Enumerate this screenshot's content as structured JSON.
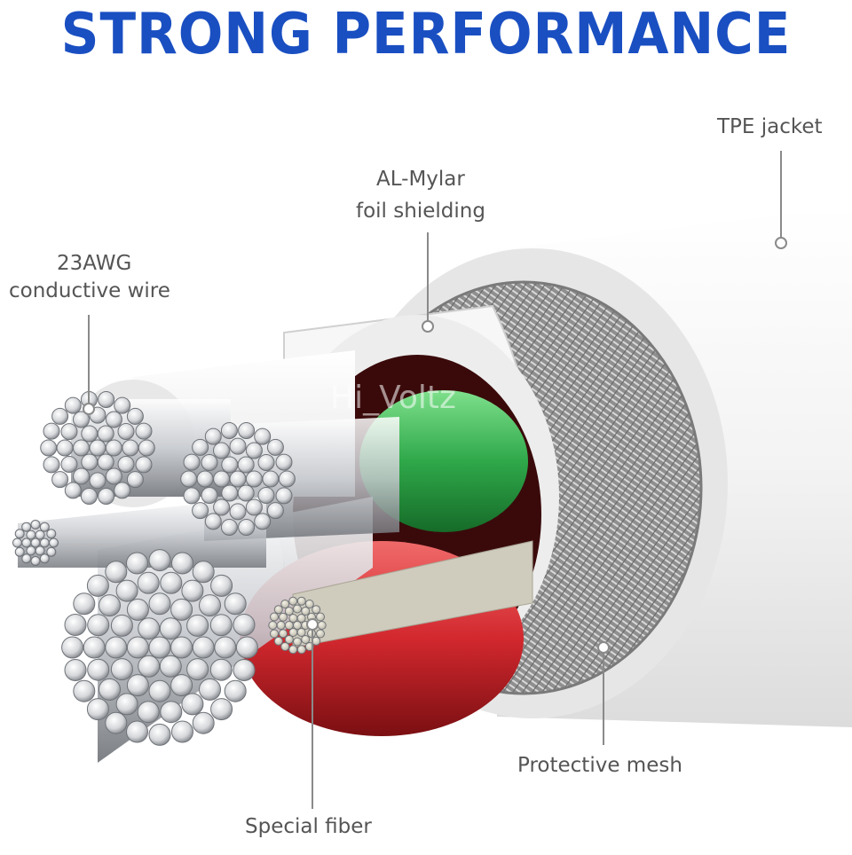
{
  "header": {
    "title": "STRONG PERFORMANCE"
  },
  "labels": {
    "tpe_jacket": "TPE jacket",
    "al_mylar_line1": "AL-Mylar",
    "al_mylar_line2": "foil shielding",
    "conductive_line1": "23AWG",
    "conductive_line2": "conductive wire",
    "protective_mesh": "Protective mesh",
    "special_fiber": "Special fiber"
  },
  "watermark": "Hi_Voltz",
  "colors": {
    "title": "#1a4fc2",
    "label_text": "#555555",
    "leader_line": "#8a8a8a",
    "jacket": "#f2f2f2",
    "green_insulation": "#2fa84a",
    "red_insulation": "#d2282e",
    "mesh": "#9a9a9a",
    "conductor": "#c9ccd1"
  }
}
